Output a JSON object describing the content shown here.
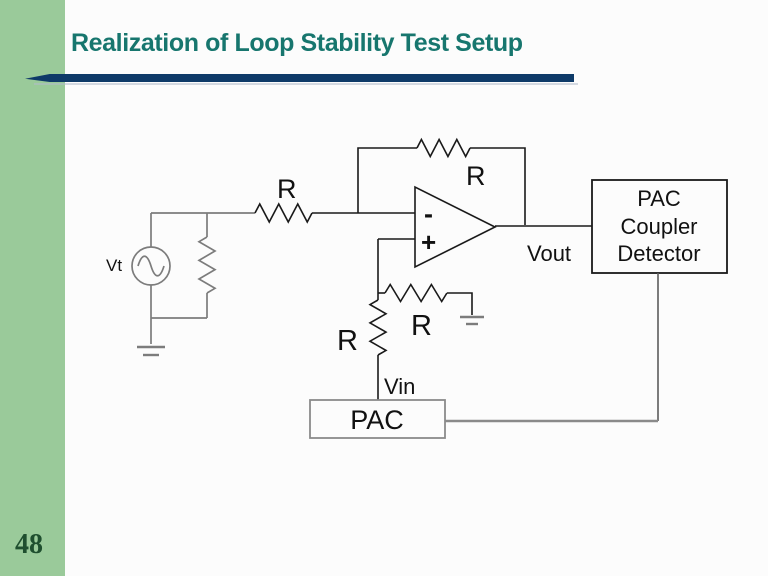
{
  "slide": {
    "title": "Realization of Loop Stability Test Setup",
    "page_number": "48"
  },
  "colors": {
    "background": "#fcfcfc",
    "sidebar_green": "#9aca9a",
    "title_teal": "#17766e",
    "accent_navy": "#0e3a68",
    "page_number_green": "#1f4f2f",
    "wire_gray": "#7c7c7c",
    "ink_black": "#1a1a1a"
  },
  "diagram": {
    "source_label": "Vt",
    "series_resistor_label": "R",
    "feedback_resistor_label": "R",
    "ground_resistor_label": "R",
    "input_resistor_label": "R",
    "opamp_minus_label": "-",
    "opamp_plus_label": "+",
    "vout_label": "Vout",
    "vin_label": "Vin",
    "pac_box_label": "PAC",
    "detector_box_lines": [
      "PAC",
      "Coupler",
      "Detector"
    ]
  }
}
